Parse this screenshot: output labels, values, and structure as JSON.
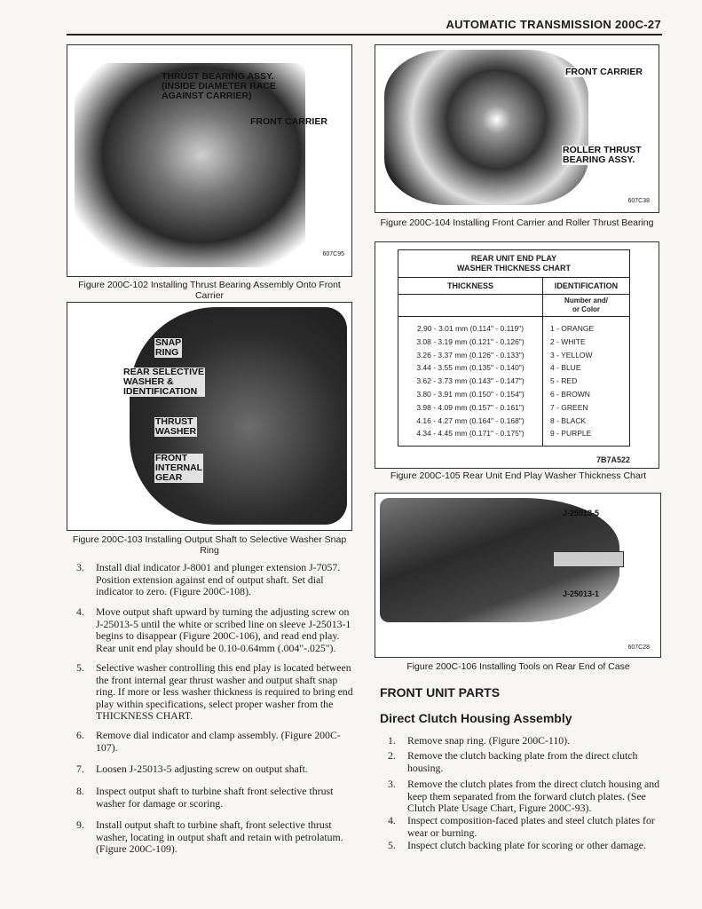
{
  "header": {
    "title": "AUTOMATIC TRANSMISSION  200C-27"
  },
  "fig102": {
    "labels": [
      "THRUST BEARING ASSY.",
      "(INSIDE DIAMETER RACE",
      "AGAINST CARRIER)",
      "FRONT CARRIER"
    ],
    "code": "607C95",
    "caption": "Figure 200C-102 Installing Thrust Bearing Assembly Onto Front Carrier"
  },
  "fig103": {
    "labels": [
      "SNAP",
      "RING",
      "REAR SELECTIVE",
      "WASHER &",
      "IDENTIFICATION",
      "THRUST",
      "WASHER",
      "FRONT",
      "INTERNAL",
      "GEAR"
    ],
    "caption": "Figure 200C-103 Installing Output Shaft to Selective Washer Snap Ring"
  },
  "fig104": {
    "labels": [
      "FRONT CARRIER",
      "ROLLER THRUST",
      "BEARING ASSY."
    ],
    "code": "607C38",
    "caption": "Figure 200C-104 Installing Front Carrier and Roller Thrust Bearing"
  },
  "fig105": {
    "title1": "REAR UNIT END PLAY",
    "title2": "WASHER THICKNESS CHART",
    "col1": "THICKNESS",
    "col2": "IDENTIFICATION",
    "sub1": "Number and/",
    "sub2": "or Color",
    "rows": [
      [
        "2.90 - 3.01 mm  (0.114\" - 0.119\")",
        "1 - ORANGE"
      ],
      [
        "3.08 - 3.19 mm  (0.121\" - 0.126\")",
        "2 - WHITE"
      ],
      [
        "3.26 - 3.37 mm  (0.126\" - 0.133\")",
        "3 - YELLOW"
      ],
      [
        "3.44 - 3.55 mm  (0.135\" - 0.140\")",
        "4 - BLUE"
      ],
      [
        "3.62 - 3.73 mm  (0.143\" - 0.147\")",
        "5 - RED"
      ],
      [
        "3.80 - 3.91 mm  (0.150\" - 0.154\")",
        "6 - BROWN"
      ],
      [
        "3.98 - 4.09 mm  (0.157\" - 0.161\")",
        "7 - GREEN"
      ],
      [
        "4.16 - 4.27 mm  (0.164\" - 0.168\")",
        "8 - BLACK"
      ],
      [
        "4.34 - 4.45 mm  (0.171\" - 0.175\")",
        "9 - PURPLE"
      ]
    ],
    "code": "7B7A522",
    "caption": "Figure 200C-105 Rear Unit End Play Washer Thickness Chart"
  },
  "fig106": {
    "labels": [
      "J-25013-5",
      "J-25013-1"
    ],
    "code": "607C28",
    "caption": "Figure 200C-106 Installing Tools on Rear End of Case"
  },
  "left_steps": [
    {
      "n": "3.",
      "t": "Install dial indicator J-8001 and plunger extension J-7057. Position extension against end of output shaft. Set dial indicator to zero. (Figure 200C-108)."
    },
    {
      "n": "4.",
      "t": "Move output shaft upward by turning the adjusting screw on J-25013-5 until the white or scribed line on sleeve J-25013-1 begins to disappear (Figure 200C-106), and read end play. Rear unit end play should be 0.10-0.64mm (.004\"-.025\")."
    },
    {
      "n": "5.",
      "t": "Selective washer controlling this end play is located between the front internal gear thrust washer and output shaft snap ring. If more or less washer thickness is required to bring end play within specifications, select proper washer from the THICKNESS CHART."
    },
    {
      "n": "6.",
      "t": "Remove dial indicator and clamp assembly. (Figure 200C-107)."
    },
    {
      "n": "7.",
      "t": "Loosen J-25013-5 adjusting screw on output shaft."
    },
    {
      "n": "8.",
      "t": "Inspect output shaft to turbine shaft front selective thrust washer for damage or scoring."
    },
    {
      "n": "9.",
      "t": "Install output shaft to turbine shaft, front selective thrust washer, locating in output shaft and retain with petrolatum. (Figure 200C-109)."
    }
  ],
  "section": {
    "title": "FRONT UNIT PARTS",
    "subtitle": "Direct Clutch Housing Assembly"
  },
  "right_steps": [
    {
      "n": "1.",
      "t": "Remove snap ring. (Figure 200C-110)."
    },
    {
      "n": "2.",
      "t": "Remove the clutch backing plate from the direct clutch housing."
    },
    {
      "n": "3.",
      "t": "Remove the clutch plates from the direct clutch housing and keep them separated from the forward clutch plates. (See Clutch Plate Usage Chart, Figure 200C-93)."
    },
    {
      "n": "4.",
      "t": "Inspect composition-faced plates and steel clutch plates for wear or burning."
    },
    {
      "n": "5.",
      "t": "Inspect clutch backing plate for scoring or other damage."
    }
  ]
}
